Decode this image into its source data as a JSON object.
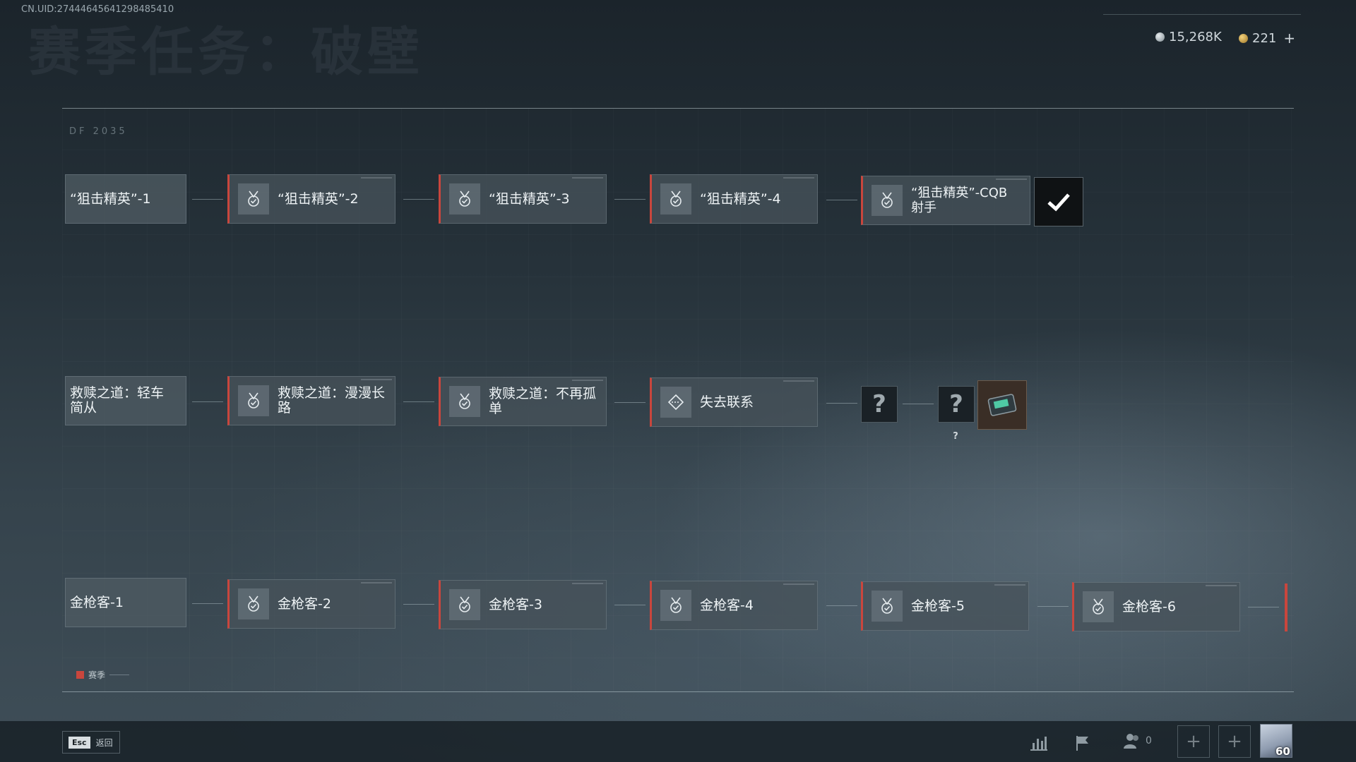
{
  "header": {
    "uid": "CN.UID:27444645641298485410",
    "page_title": "赛季任务：破壁",
    "currency": [
      {
        "name": "silver",
        "value": "15,268K",
        "color": "#b8c2c8"
      },
      {
        "name": "gold",
        "value": "221",
        "color": "#d4a84a"
      }
    ],
    "add_label": "+"
  },
  "frame": {
    "code": "DF 2035"
  },
  "rows": {
    "sniper": [
      {
        "label": "“狙击精英”-1"
      },
      {
        "label": "“狙击精英”-2"
      },
      {
        "label": "“狙击精英”-3"
      },
      {
        "label": "“狙击精英”-4"
      },
      {
        "label": "“狙击精英”-CQB射手"
      }
    ],
    "redemption": [
      {
        "label": "救赎之道：轻车简从"
      },
      {
        "label": "救赎之道：漫漫长路"
      },
      {
        "label": "救赎之道：不再孤单"
      },
      {
        "label": "失去联系"
      }
    ],
    "golden_gun": [
      {
        "label": "金枪客-1"
      },
      {
        "label": "金枪客-2"
      },
      {
        "label": "金枪客-3"
      },
      {
        "label": "金枪客-4"
      },
      {
        "label": "金枪客-5"
      },
      {
        "label": "金枪客-6"
      }
    ]
  },
  "unknown_nodes": {
    "symbol": "?",
    "small_symbol": "?"
  },
  "legend": {
    "label": "赛季",
    "color": "#c9463d"
  },
  "footer": {
    "esc_key": "Esc",
    "back_label": "返回",
    "friends_count": "0",
    "add_label": "+",
    "level": "60"
  },
  "icons": [
    "medal-check-icon",
    "disconnect-icon",
    "checkmark-icon",
    "reward-device-icon",
    "stats-icon",
    "flag-icon",
    "friends-icon",
    "plus-icon"
  ]
}
